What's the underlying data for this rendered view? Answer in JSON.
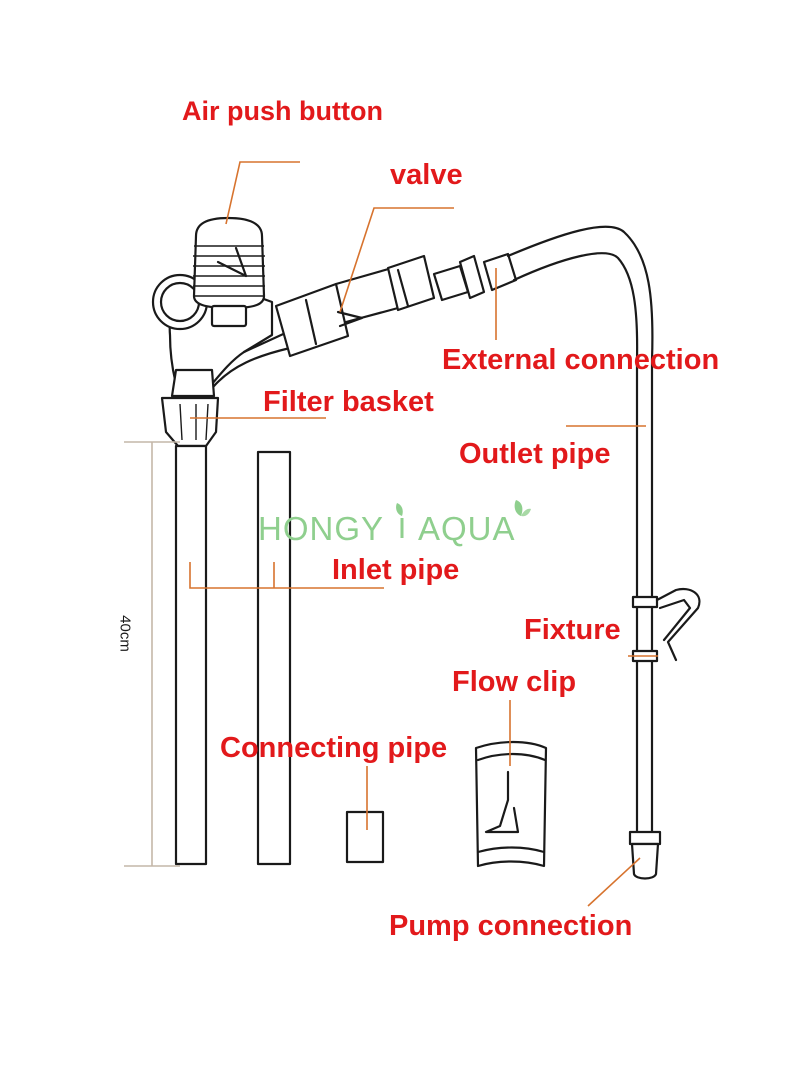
{
  "colors": {
    "label": "#e2191b",
    "leader": "#d7732e",
    "line": "#1a1a1a",
    "watermark": "#8fcf8e",
    "dimension": "#c4b7a8"
  },
  "labels": {
    "air_push_button": "Air push button",
    "valve": "valve",
    "external_connection": "External connection",
    "filter_basket": "Filter basket",
    "outlet_pipe": "Outlet pipe",
    "inlet_pipe": "Inlet pipe",
    "fixture": "Fixture",
    "flow_clip": "Flow clip",
    "connecting_pipe": "Connecting pipe",
    "pump_connection": "Pump connection"
  },
  "dimension": {
    "text": "40cm"
  },
  "watermark": {
    "part1": "HONGY",
    "part2": "AQUA",
    "leaf_icon": "leaf-icon"
  }
}
